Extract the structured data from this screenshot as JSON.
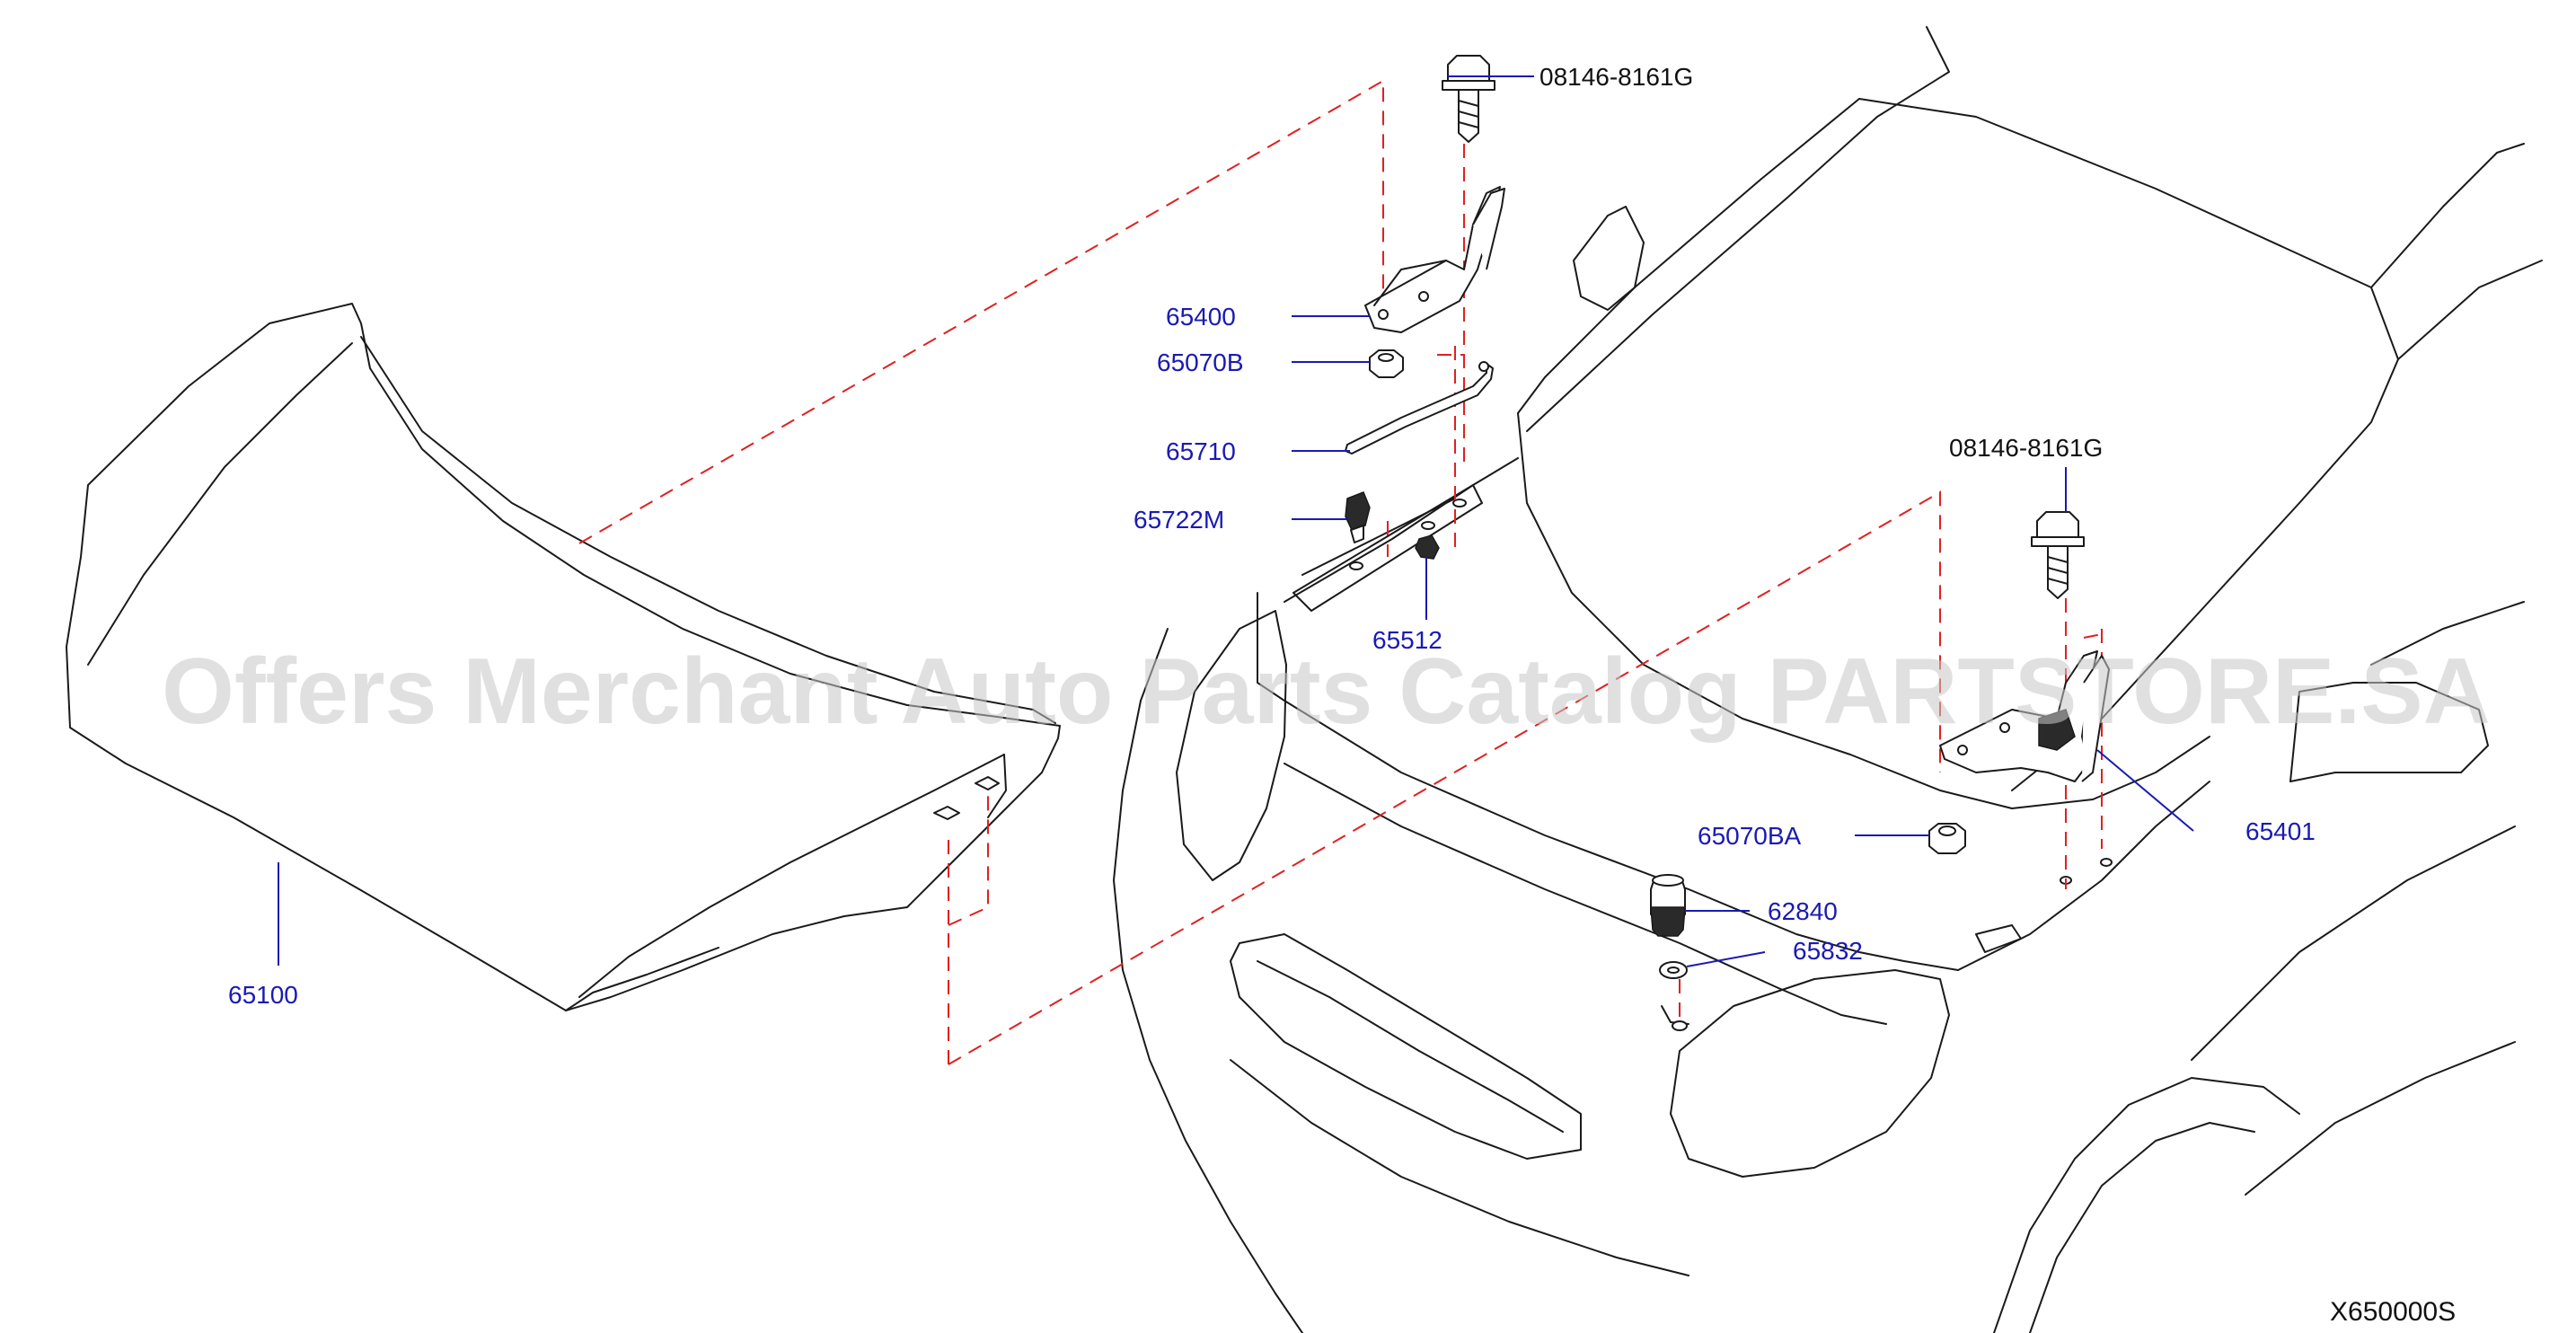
{
  "watermark": "Offers Merchant Auto Parts Catalog PARTSTORE.SA",
  "diagram_code": "X650000S",
  "colors": {
    "part_label": "#1a1ab4",
    "bolt_label": "#111111",
    "assembly_line": "#e02020",
    "outline": "#1a1a1a"
  },
  "parts": {
    "bolt_left": "08146-8161G",
    "bolt_right": "08146-8161G",
    "hinge_left": "65400",
    "nut_left": "65070B",
    "rod": "65710",
    "rod_clip": "65722M",
    "rod_grommet": "65512",
    "hood": "65100",
    "nut_right": "65070BA",
    "hinge_right": "65401",
    "bumper": "62840",
    "washer": "65832"
  }
}
